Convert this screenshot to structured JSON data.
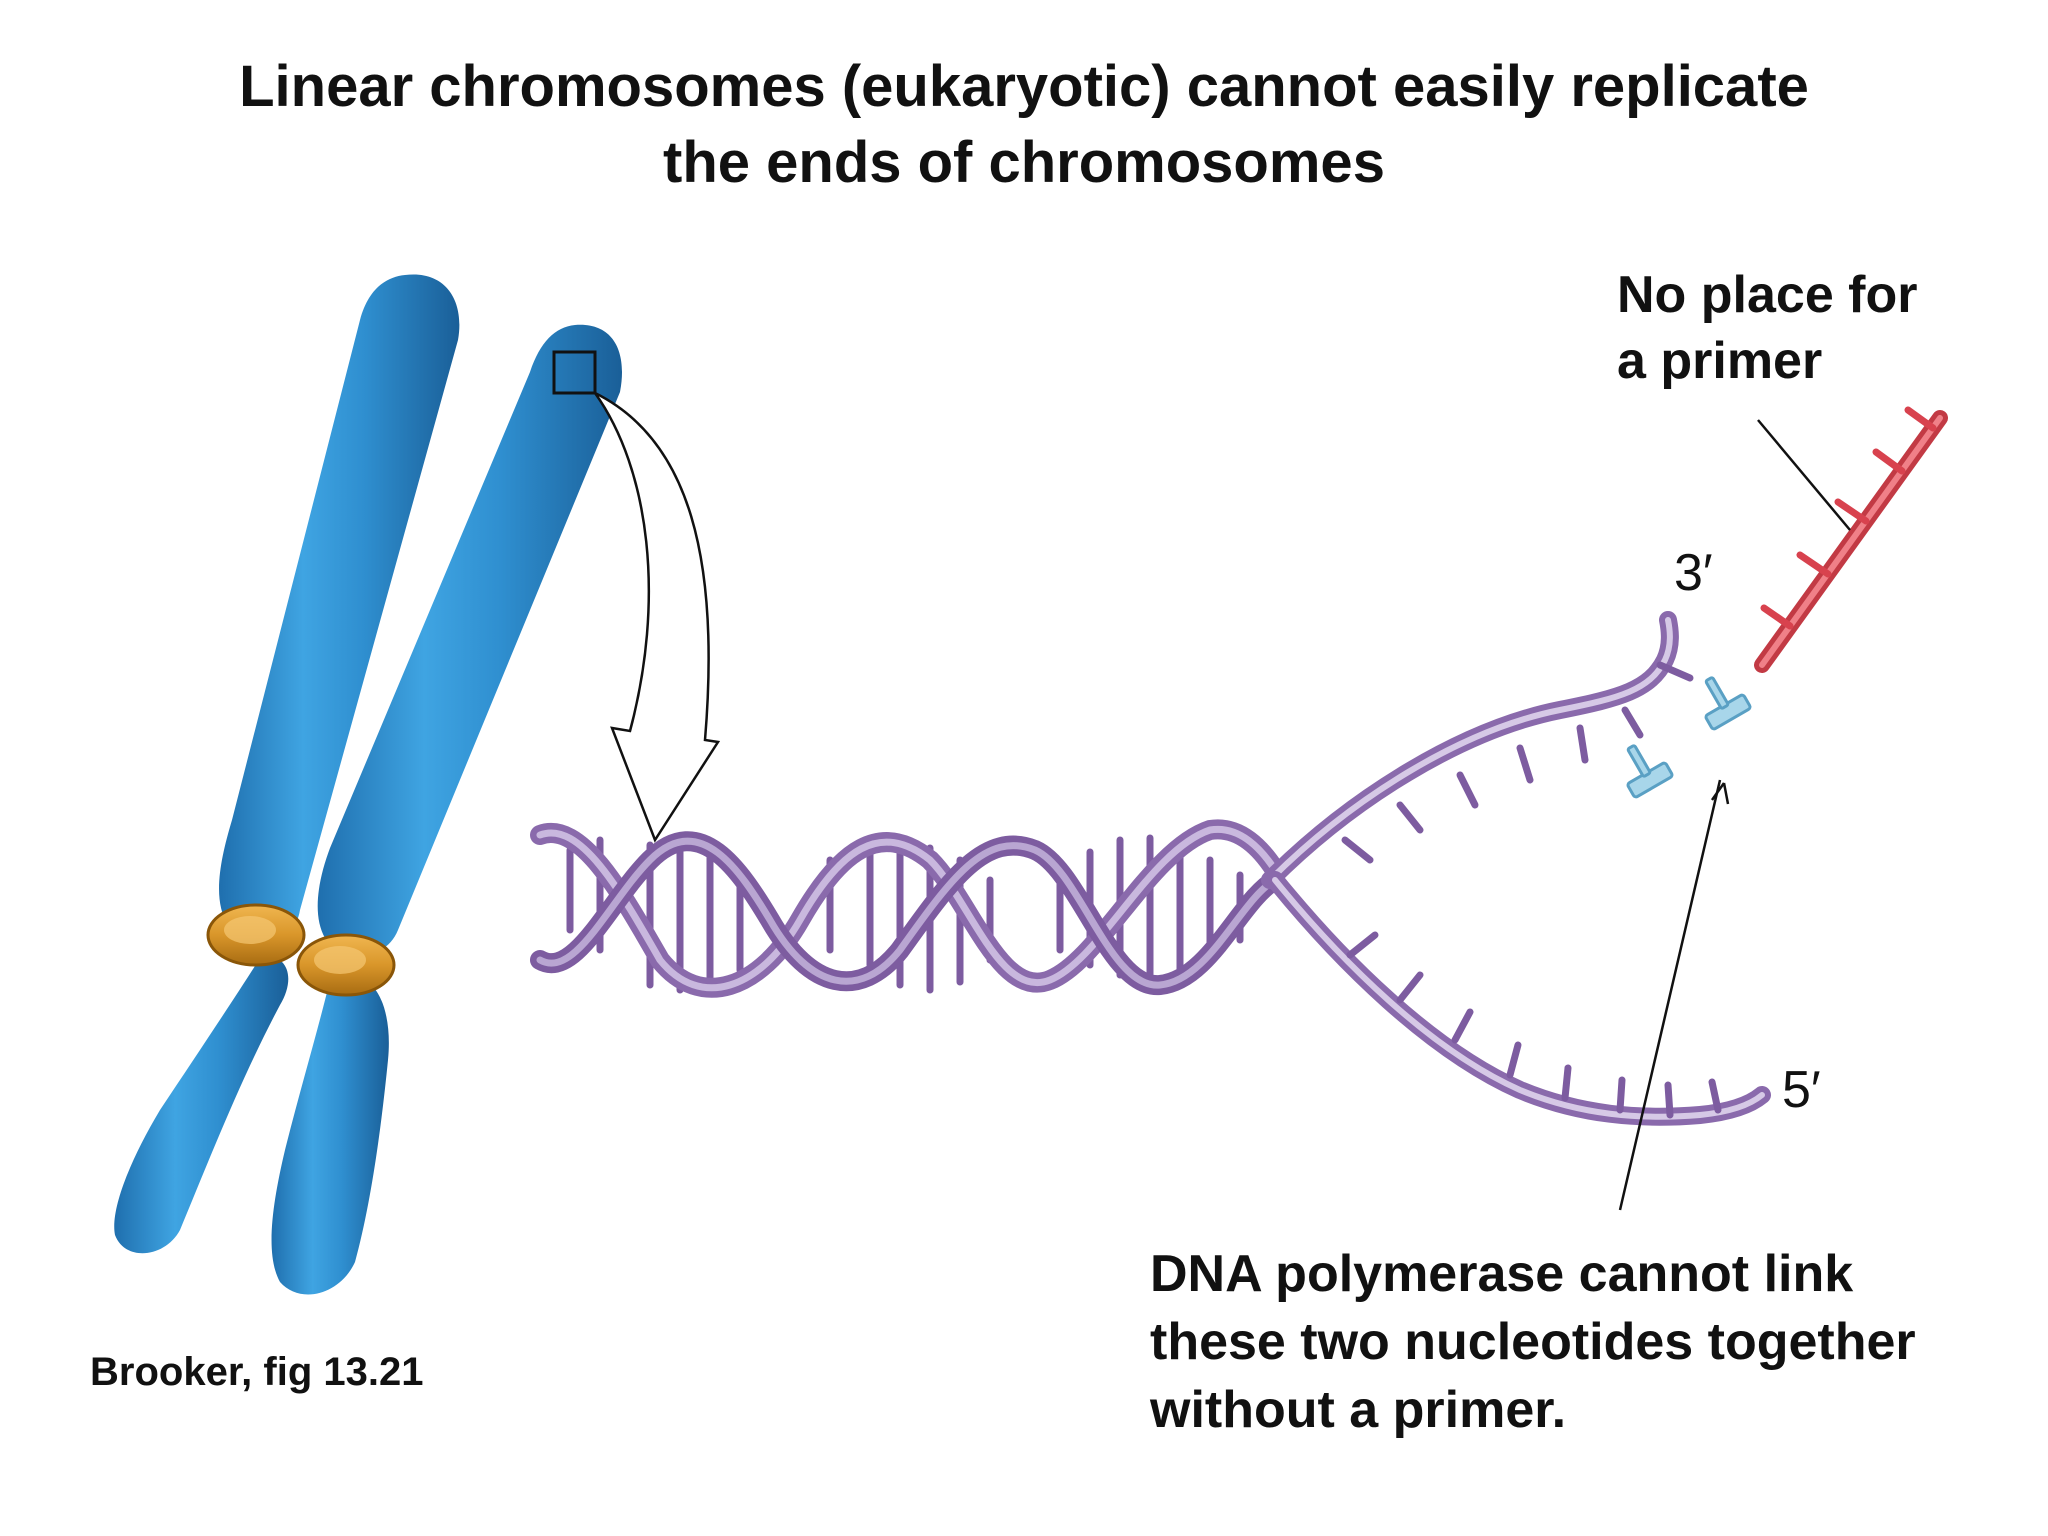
{
  "title": {
    "line1": "Linear chromosomes (eukaryotic) cannot easily replicate",
    "line2": "the ends of chromosomes"
  },
  "annotations": {
    "primer_line1": "No place for",
    "primer_line2": "a primer",
    "three_prime": "3′",
    "five_prime": "5′",
    "polymerase_line1": "DNA polymerase cannot link",
    "polymerase_line2": "these two nucleotides together",
    "polymerase_line3": "without a primer."
  },
  "citation": "Brooker, fig 13.21",
  "colors": {
    "chromosome": "#2f8fd0",
    "chromosome_dark": "#1f6fae",
    "centromere": "#d9962a",
    "dna_strand": "#8a6aac",
    "dna_strand_light": "#b9a6d2",
    "primer": "#e0505a",
    "free_nucleotide": "#a8d6ea"
  },
  "icons": {
    "chromosome": "chromosome-pair",
    "zoom_box": "magnify-square",
    "dna": "double-helix"
  }
}
